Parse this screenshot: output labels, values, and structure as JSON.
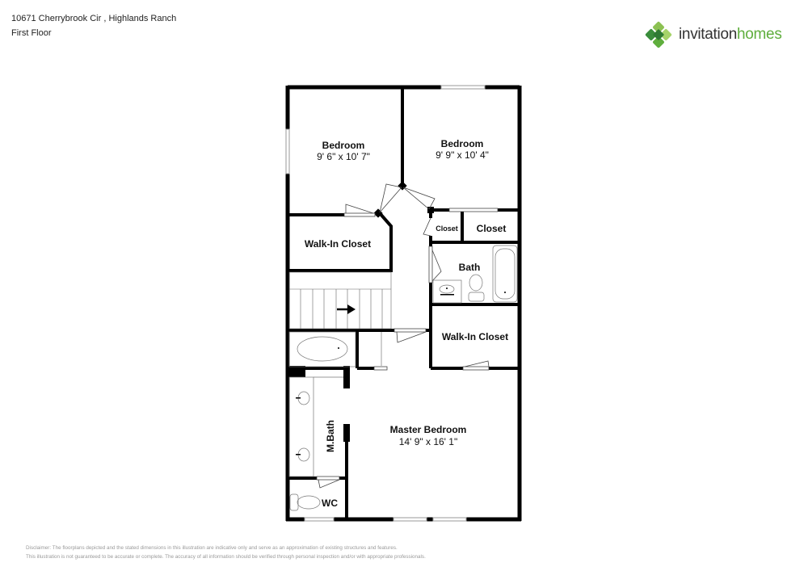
{
  "header": {
    "address": "10671 Cherrybrook Cir , Highlands Ranch",
    "floor": "First Floor"
  },
  "logo": {
    "icon": "clover-diamond-logo-icon",
    "text_part1": "invitation",
    "text_part2": "homes",
    "colors": {
      "dark_green": "#3a8d3c",
      "light_green": "#8cc152",
      "text_gray": "#333333",
      "text_green": "#5fae3d"
    }
  },
  "rooms": [
    {
      "name": "Bedroom",
      "dimensions": "9' 6\" x 10' 7\""
    },
    {
      "name": "Bedroom",
      "dimensions": "9' 9\" x 10' 4\""
    },
    {
      "name": "Walk-In Closet",
      "dimensions": ""
    },
    {
      "name": "Closet",
      "dimensions": ""
    },
    {
      "name": "Closet",
      "dimensions": ""
    },
    {
      "name": "Bath",
      "dimensions": ""
    },
    {
      "name": "Walk-In Closet",
      "dimensions": ""
    },
    {
      "name": "Master Bedroom",
      "dimensions": "14' 9\" x 16' 1\""
    },
    {
      "name": "M.Bath",
      "dimensions": ""
    },
    {
      "name": "WC",
      "dimensions": ""
    }
  ],
  "disclaimer": {
    "line1": "Disclaimer: The floorplans depicted and the stated dimensions in this illustration are indicative only and serve as an approximation of existing structures and features.",
    "line2": "This illustration is not guaranteed to be accurate or complete. The accuracy of all information should be verified through personal inspection and/or with appropriate professionals."
  }
}
